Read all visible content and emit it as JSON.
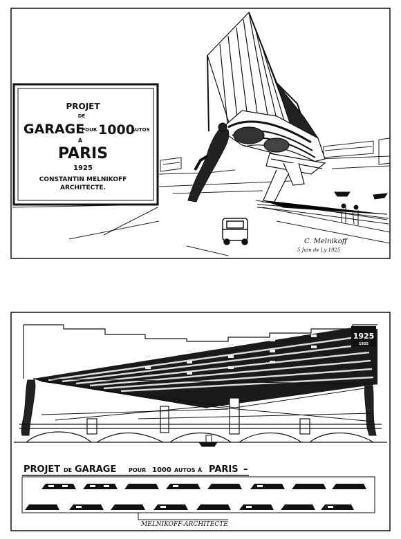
{
  "top_panel": {
    "sign": {
      "line1": "PROJET",
      "line2": "DE",
      "line3a": "GARAGE",
      "line3b": "POUR",
      "line3c": "1000",
      "line3d": "AUTOS",
      "line4": "À",
      "line5": "PARIS",
      "line6": "1925",
      "line7": "CONSTANTIN MELNIKOFF",
      "line8": "ARCHITECTE."
    },
    "signature": {
      "name": "C. Melnikoff",
      "date": "5 Juin de Ly 1925"
    }
  },
  "bottom_panel": {
    "year_badge": {
      "year": "1925",
      "small": "1925"
    },
    "caption": {
      "part1": "PROJET",
      "part2": "DE",
      "part3": "GARAGE",
      "part4": "POUR",
      "part5": "1000",
      "part6": "AUTOS",
      "part7": "À",
      "part8": "PARIS",
      "dash": "–"
    },
    "architect": "MELNIKOFF-ARCHITECTE"
  }
}
